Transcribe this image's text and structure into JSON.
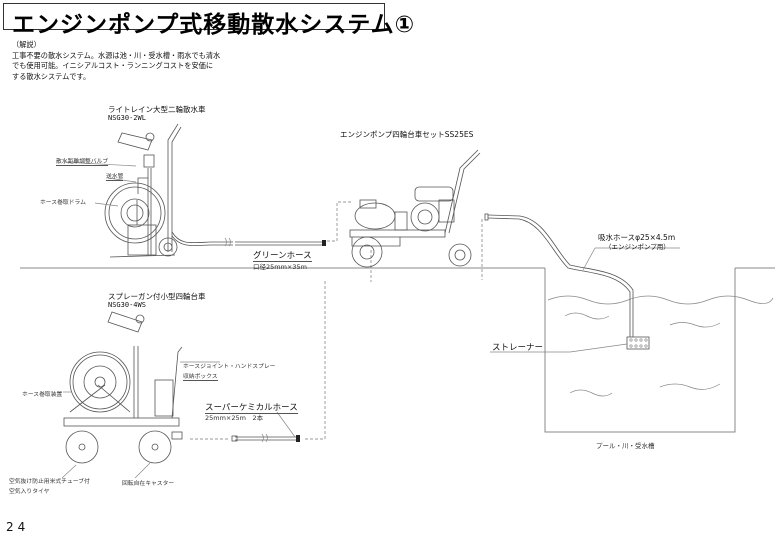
{
  "title": "エンジンポンプ式移動散水システム①",
  "description": {
    "heading": "（解説）",
    "lines": [
      "工事不要の散水システム。水源は池・川・受水槽・雨水でも清水",
      "でも使用可能。イニシアルコスト・ランニングコストを安価に",
      "する散水システムです。"
    ]
  },
  "cart_large": {
    "name": "ライトレイン大型二輪散水車",
    "model": "NSG30-2WL",
    "parts": {
      "valve": "散水距離調整バルブ",
      "pipe": "送水管",
      "drum": "ホース巻取ドラム"
    }
  },
  "green_hose": {
    "name": "グリーンホース",
    "spec": "口径25mm×35m"
  },
  "pump_cart": {
    "name": "エンジンポンプ四輪台車セットSS25ES"
  },
  "suction_hose": {
    "name": "吸水ホースφ25×4.5m",
    "note": "（エンジンポンプ用）"
  },
  "strainer": "ストレーナー",
  "water_source": "プール・川・受水槽",
  "cart_small": {
    "name": "スプレーガン付小型四輪台車",
    "model": "NSG30-4WS",
    "parts": {
      "box_line1": "ホースジョイント・ハンドスプレー",
      "box_line2": "収納ボックス",
      "reel": "ホース巻取装置",
      "tire_line1": "空気抜け防止用米式チューブ付",
      "tire_line2": "空気入りタイヤ",
      "caster": "回転自在キャスター"
    }
  },
  "chemical_hose": {
    "name": "スーパーケミカルホース",
    "spec": "25mm×25m　2本"
  },
  "page_number": "24"
}
